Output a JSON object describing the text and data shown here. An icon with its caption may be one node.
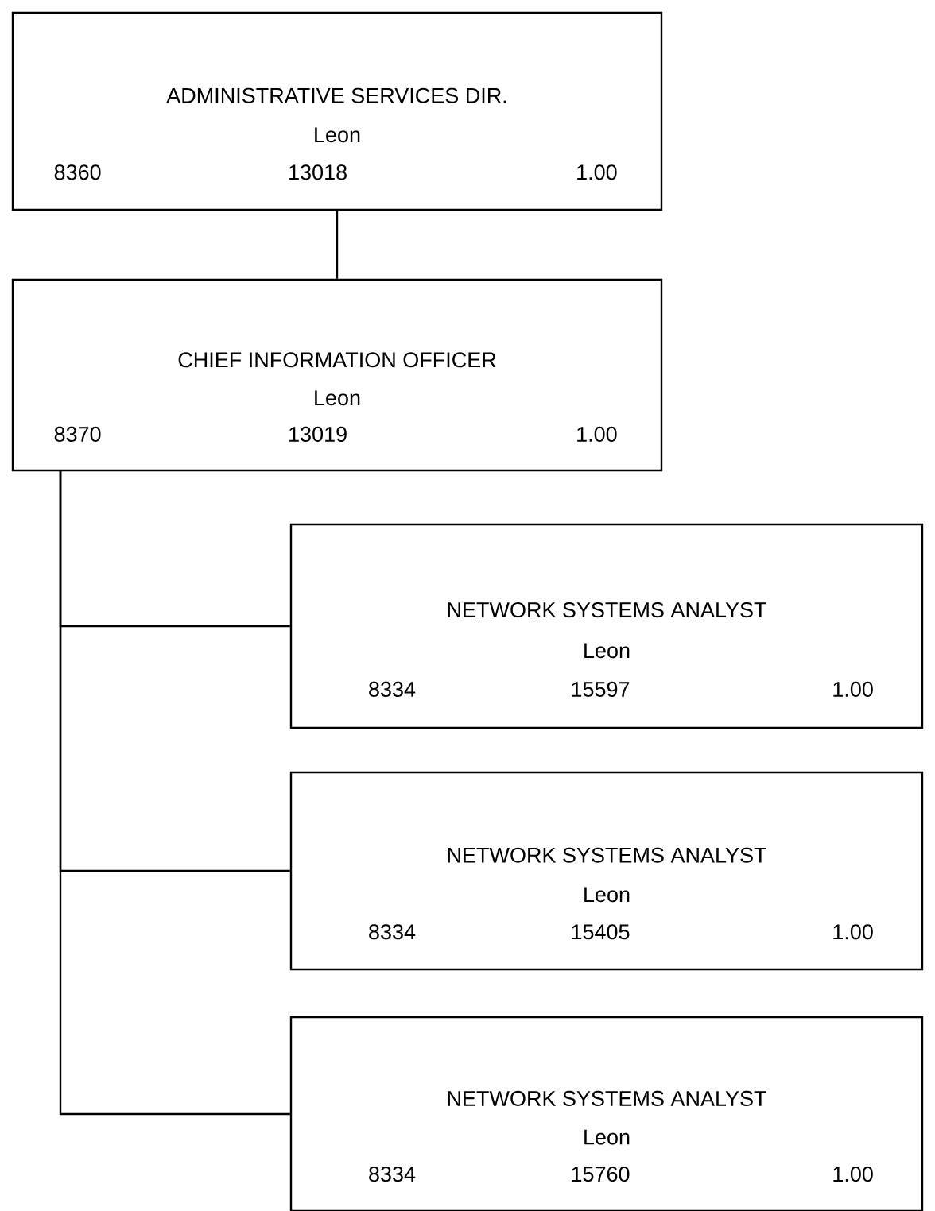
{
  "diagram": {
    "nodes": [
      {
        "text": [
          "ADMINISTRATIVE SERVICES DIR.",
          "Leon",
          "8360",
          "13018",
          "1.00"
        ]
      },
      {
        "text": [
          "CHIEF INFORMATION OFFICER",
          "Leon",
          "8370",
          "13019",
          "1.00"
        ]
      },
      {
        "text": [
          "NETWORK SYSTEMS ANALYST",
          "Leon",
          "8334",
          "15597",
          "1.00"
        ]
      },
      {
        "text": [
          "NETWORK SYSTEMS ANALYST",
          "Leon",
          "8334",
          "15405",
          "1.00"
        ]
      },
      {
        "text": [
          "NETWORK SYSTEMS ANALYST",
          "Leon",
          "8334",
          "15760",
          "1.00"
        ]
      }
    ],
    "edges": [
      {
        "from": 0,
        "to": 1,
        "arrow": "none"
      },
      {
        "from": 1,
        "to": 2,
        "arrow": "none"
      },
      {
        "from": 1,
        "to": 3,
        "arrow": "none"
      },
      {
        "from": 1,
        "to": 4,
        "arrow": "none"
      }
    ]
  }
}
